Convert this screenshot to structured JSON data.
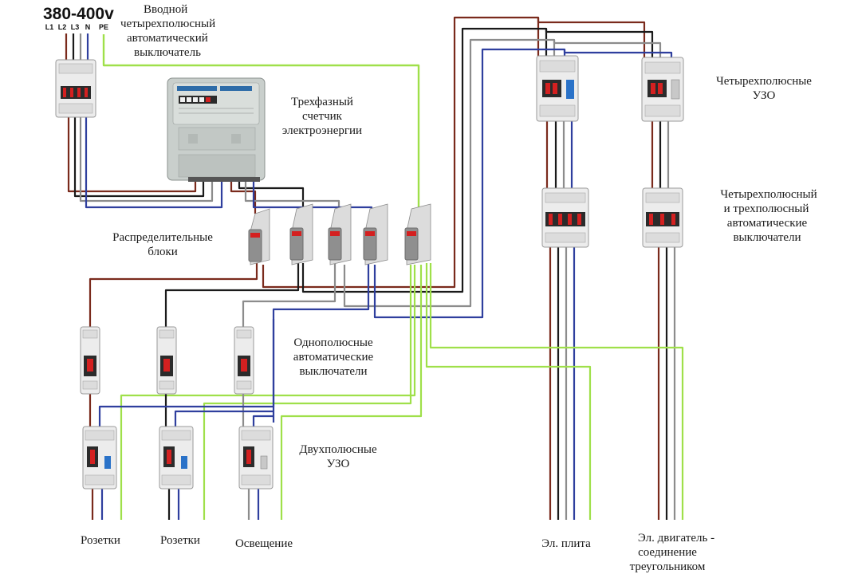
{
  "header": {
    "voltage": "380-400v",
    "phases": [
      "L1",
      "L2",
      "L3",
      "N",
      "PE"
    ]
  },
  "labels": {
    "main_breaker": [
      "Вводной",
      "четырехполюсный",
      "автоматический",
      "выключатель"
    ],
    "meter": [
      "Трехфазный",
      "счетчик",
      "электроэнергии"
    ],
    "distribution_blocks": [
      "Распределительные",
      "блоки"
    ],
    "four_pole_rcd": [
      "Четырехполюсные",
      "УЗО"
    ],
    "breakers_3_4": [
      "Четырехполюсный",
      "и  трехполюсный",
      "автоматические",
      "выключатели"
    ],
    "single_pole_breakers": [
      "Однополюсные",
      "автоматические",
      "выключатели"
    ],
    "two_pole_rcd": [
      "Двухполюсные",
      "УЗО"
    ]
  },
  "outputs": {
    "socket1": "Розетки",
    "socket2": "Розетки",
    "lighting": "Освещение",
    "stove": "Эл. плита",
    "motor": [
      "Эл. двигатель -",
      "соединение",
      "треугольником"
    ]
  },
  "colors": {
    "L1": "#7a2a1c",
    "L2": "#1a1a1a",
    "L3": "#8c8c8c",
    "N": "#2f3f9e",
    "PE": "#9fe04a",
    "device_body": "#ececec",
    "device_edge": "#9a9a9a",
    "breaker_red": "#d42020",
    "rcd_blue": "#2a72c8"
  }
}
